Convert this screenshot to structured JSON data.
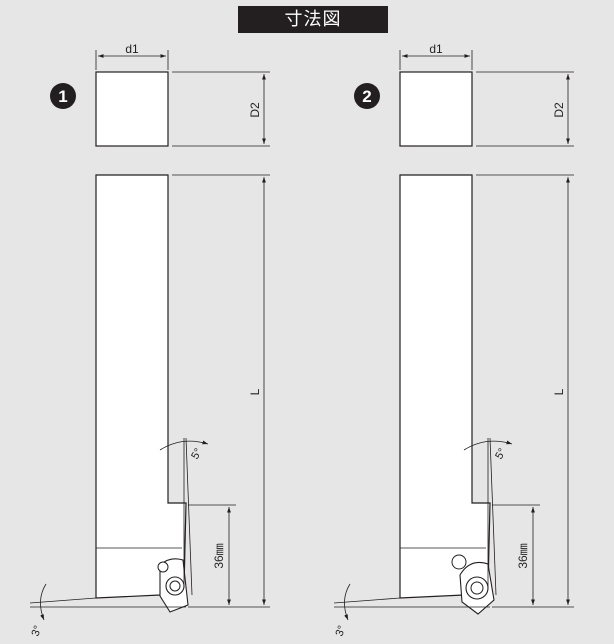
{
  "title": "寸法図",
  "views": [
    {
      "marker": "1",
      "labels": {
        "width": "d1",
        "height": "D2",
        "length": "L",
        "angle_top": "5°",
        "angle_bottom": "3°",
        "dim_36": "36㎜"
      }
    },
    {
      "marker": "2",
      "labels": {
        "width": "d1",
        "height": "D2",
        "length": "L",
        "angle_top": "5°",
        "angle_bottom": "3°",
        "dim_36": "36㎜"
      }
    }
  ],
  "colors": {
    "background": "#e6e6e6",
    "ink": "#231f20",
    "part": "#ffffff",
    "title_bar": "#231f20"
  }
}
